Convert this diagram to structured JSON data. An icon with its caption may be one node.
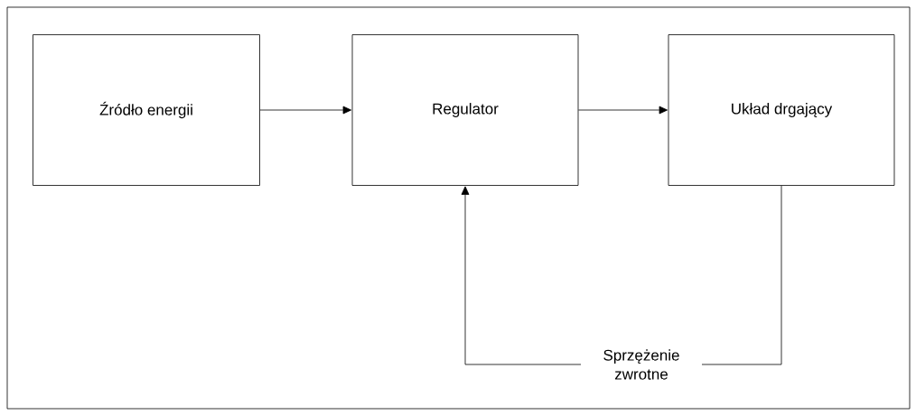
{
  "diagram": {
    "nodes": [
      {
        "text": [
          "Źródło energii"
        ]
      },
      {
        "text": [
          "Regulator"
        ]
      },
      {
        "text": [
          "Układ drgający"
        ]
      }
    ],
    "edges": [
      {
        "from": 0,
        "to": 1,
        "arrow": "to"
      },
      {
        "from": 1,
        "to": 2,
        "arrow": "to"
      },
      {
        "from": 2,
        "to": 1,
        "arrow": "to",
        "label": "Sprzężenie zwrotne"
      }
    ]
  }
}
